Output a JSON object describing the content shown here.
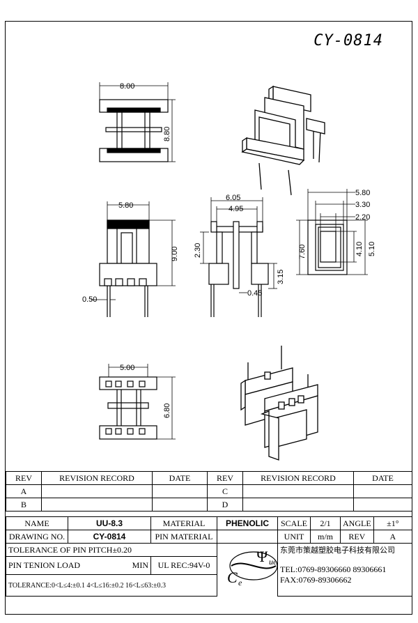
{
  "drawing_number": "CY-0814",
  "dimensions": {
    "top_width": "8.00",
    "top_height": "8.80",
    "front_width": "5.80",
    "front_height": "9.00",
    "pin_dia": "0.50",
    "side_width_outer": "6.05",
    "side_width_inner": "4.95",
    "side_h1": "2.30",
    "side_h2": "3.15",
    "side_pin": "0.45",
    "end_w1": "5.80",
    "end_w2": "3.30",
    "end_w3": "2.20",
    "end_h1": "7.60",
    "end_h2": "4.10",
    "end_h3": "5.10",
    "bottom_width": "5.00",
    "bottom_height": "6.80"
  },
  "revision": {
    "rev_header": "REV",
    "record_header": "REVISION RECORD",
    "date_header": "DATE",
    "rows": [
      "A",
      "B",
      "C",
      "D"
    ]
  },
  "title_block": {
    "name_label": "NAME",
    "name_value": "UU-8.3",
    "material_label": "MATERIAL",
    "material_value": "PHENOLIC",
    "scale_label": "SCALE",
    "scale_value": "2/1",
    "angle_label": "ANGLE",
    "angle_value": "±1°",
    "drawing_no_label": "DRAWING NO.",
    "drawing_no_value": "CY-0814",
    "pin_material_label": "PIN MATERIAL",
    "unit_label": "UNIT",
    "unit_value": "m/m",
    "rev_label": "REV",
    "rev_value": "A",
    "tolerance_pitch": "TOLERANCE OF PIN PITCH±0.20",
    "pin_tension_label": "PIN TENION LOAD",
    "pin_tension_unit": "MIN",
    "ul_rec": "UL REC:94V-0",
    "company": "东莞市策越塑胶电子科技有限公司",
    "tel": "TEL:0769-89306660 89306661",
    "fax": "FAX:0769-89306662",
    "tolerance_note": "TOLERANCE:0<L≤4:±0.1  4<L≤16:±0.2  16<L≤63:±0.3",
    "logo_letters": "CeYue"
  }
}
